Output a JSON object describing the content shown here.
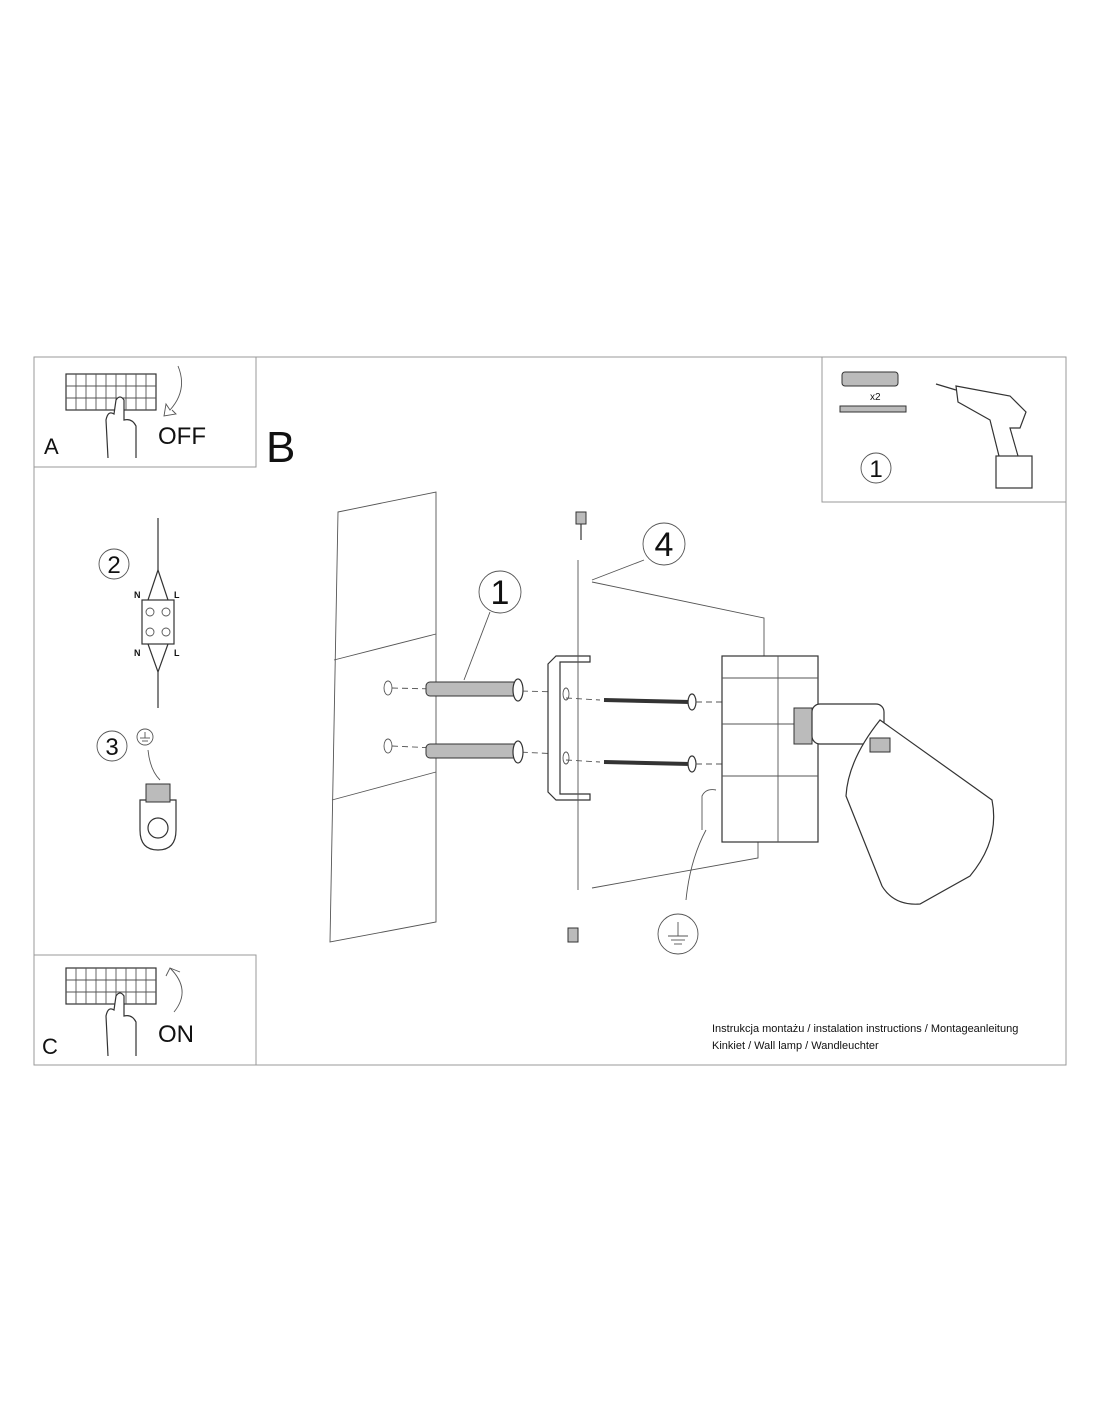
{
  "panel_a": {
    "letter": "A",
    "label": "OFF"
  },
  "panel_b": {
    "letter": "B"
  },
  "panel_c": {
    "letter": "C",
    "label": "ON"
  },
  "tools": {
    "quantity": "x2",
    "step": "1"
  },
  "wiring": {
    "step": "2",
    "terminals": [
      "N",
      "L",
      "N",
      "L"
    ]
  },
  "ground": {
    "step": "3"
  },
  "callouts": {
    "anchor": "1",
    "lamp": "4"
  },
  "footer": {
    "line1": "Instrukcja montażu / instalation instructions / Montageanleitung",
    "line2": "Kinkiet / Wall lamp / Wandleuchter"
  }
}
